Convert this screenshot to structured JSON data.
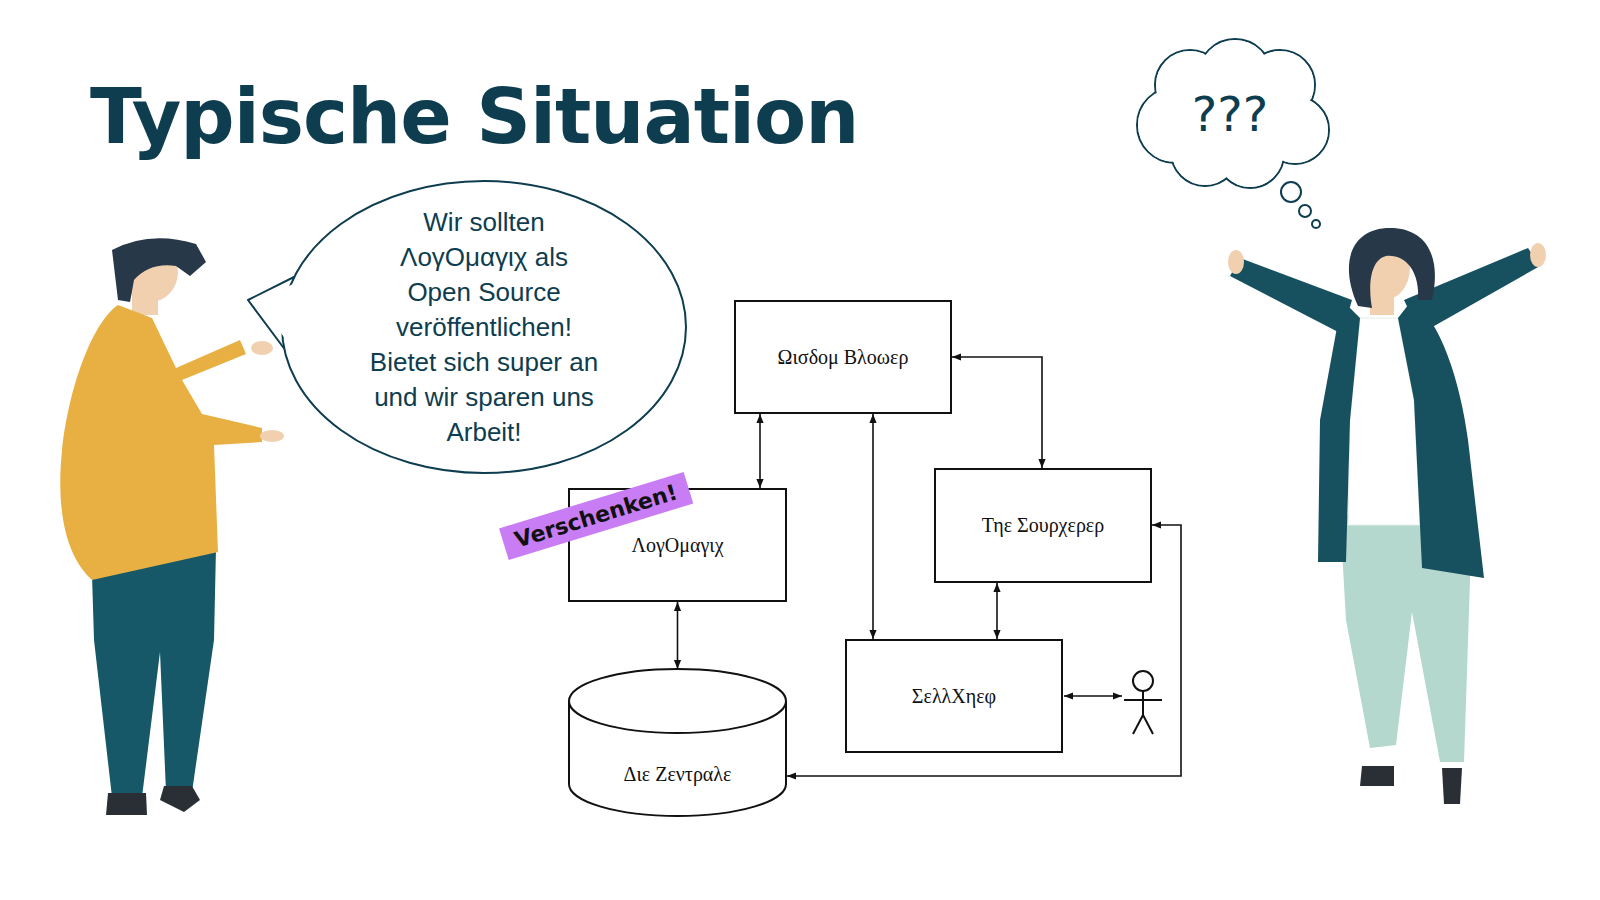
{
  "diagram": {
    "title": "Typische Situation",
    "nodes": [
      {
        "text": [
          "Wir sollten ΛογΟμαγιχ als Open Source veröffentlichen! Bietet sich super an und wir sparen uns Arbeit!"
        ]
      },
      {
        "text": [
          "???"
        ]
      },
      {
        "text": [
          "Ωισδομ Βλοωερ"
        ]
      },
      {
        "text": [
          "Verschenken!"
        ]
      },
      {
        "text": [
          "ΛογΟμαγιχ"
        ]
      },
      {
        "text": [
          "Τηε Σουρχερερ"
        ]
      },
      {
        "text": [
          "ΣελλΧηεφ"
        ]
      },
      {
        "text": [
          "Διε Ζεντραλε"
        ]
      }
    ],
    "edges": [
      {
        "from": 2,
        "to": 4,
        "arrow": "both"
      },
      {
        "from": 2,
        "to": 6,
        "arrow": "both"
      },
      {
        "from": 2,
        "to": 5,
        "arrow": "both"
      },
      {
        "from": 4,
        "to": 7,
        "arrow": "both"
      },
      {
        "from": 5,
        "to": 6,
        "arrow": "both"
      },
      {
        "from": 7,
        "to": 5,
        "arrow": "both"
      }
    ]
  }
}
